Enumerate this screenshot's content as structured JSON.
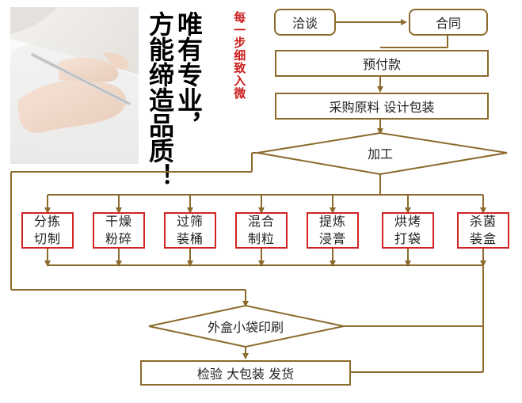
{
  "slogan": {
    "col1": "唯有专业，",
    "col2": "方能缔造品质！",
    "sub": "每一步细致入微"
  },
  "flow": {
    "negotiate": "洽谈",
    "contract": "合同",
    "prepay": "预付款",
    "purchase_design": "采购原料 设计包装",
    "process": "加工",
    "steps": [
      {
        "line1": "分拣",
        "line2": "切制"
      },
      {
        "line1": "干燥",
        "line2": "粉碎"
      },
      {
        "line1": "过筛",
        "line2": "装桶"
      },
      {
        "line1": "混合",
        "line2": "制粒"
      },
      {
        "line1": "提炼",
        "line2": "浸膏"
      },
      {
        "line1": "烘烤",
        "line2": "打袋"
      },
      {
        "line1": "杀菌",
        "line2": "装盒"
      }
    ],
    "print": "外盒小袋印刷",
    "ship": "检验 大包装 发货"
  },
  "colors": {
    "line": "#8b6a2c",
    "step_border": "#d22222",
    "accent_text": "#cc1e1e"
  }
}
